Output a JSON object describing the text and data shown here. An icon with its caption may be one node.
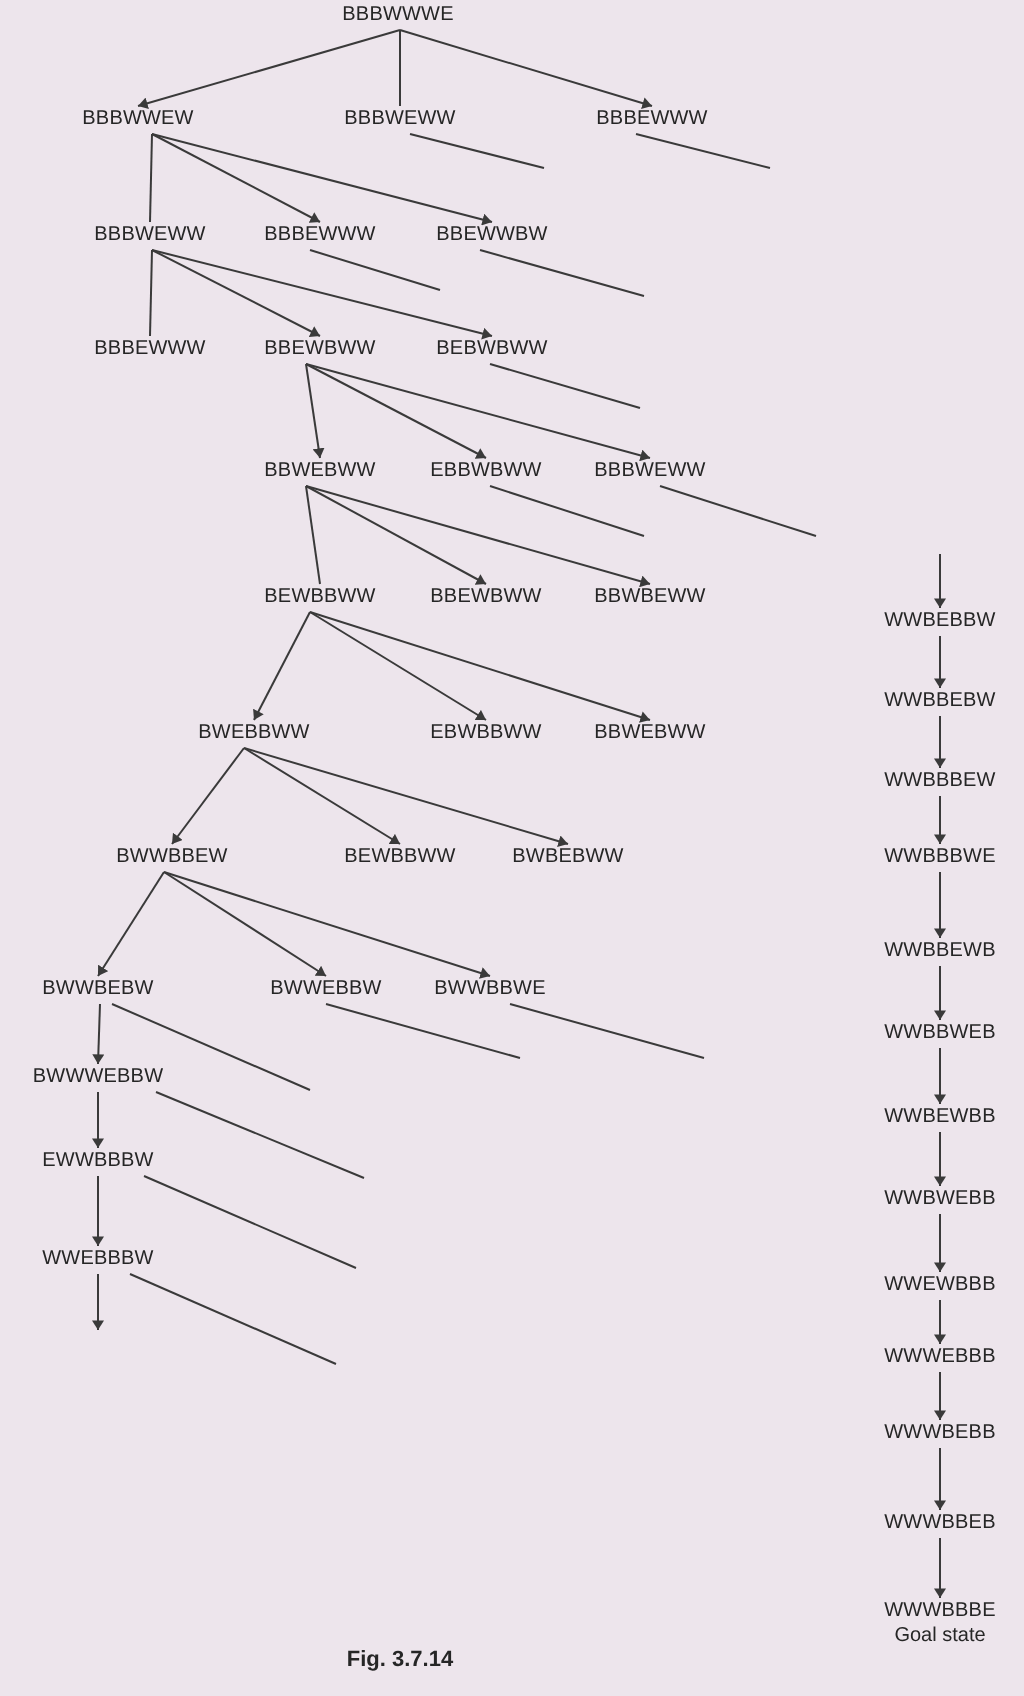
{
  "diagram": {
    "caption": "Fig. 3.7.14",
    "nodes": [
      {
        "text": [
          "BBBWWWE"
        ]
      },
      {
        "text": [
          "BBBWWEW"
        ]
      },
      {
        "text": [
          "BBBWEWW"
        ]
      },
      {
        "text": [
          "BBBEWWW"
        ]
      },
      {
        "text": [
          "BBBWEWW"
        ]
      },
      {
        "text": [
          "BBBEWWW"
        ]
      },
      {
        "text": [
          "BBEWWBW"
        ]
      },
      {
        "text": [
          "BBBEWWW"
        ]
      },
      {
        "text": [
          "BBEWBWW"
        ]
      },
      {
        "text": [
          "BEBWBWW"
        ]
      },
      {
        "text": [
          "BBWEBWW"
        ]
      },
      {
        "text": [
          "EBBWBWW"
        ]
      },
      {
        "text": [
          "BBBWEWW"
        ]
      },
      {
        "text": [
          "BEWBBWW"
        ]
      },
      {
        "text": [
          "BBEWBWW"
        ]
      },
      {
        "text": [
          "BBWBEWW"
        ]
      },
      {
        "text": [
          "BWEBBWW"
        ]
      },
      {
        "text": [
          "EBWBBWW"
        ]
      },
      {
        "text": [
          "BBWEBWW"
        ]
      },
      {
        "text": [
          "BWWBBEW"
        ]
      },
      {
        "text": [
          "BEWBBWW"
        ]
      },
      {
        "text": [
          "BWBEBWW"
        ]
      },
      {
        "text": [
          "BWWBEBW"
        ]
      },
      {
        "text": [
          "BWWEBBW"
        ]
      },
      {
        "text": [
          "BWWBBWE"
        ]
      },
      {
        "text": [
          "BWWWEBBW"
        ]
      },
      {
        "text": [
          "EWWBBBW"
        ]
      },
      {
        "text": [
          "WWEBBBW"
        ]
      },
      {
        "text": [
          "WWBEBBW"
        ]
      },
      {
        "text": [
          "WWBBEBW"
        ]
      },
      {
        "text": [
          "WWBBBEW"
        ]
      },
      {
        "text": [
          "WWBBBWE"
        ]
      },
      {
        "text": [
          "WWBBEWB"
        ]
      },
      {
        "text": [
          "WWBBWEB"
        ]
      },
      {
        "text": [
          "WWBEWBB"
        ]
      },
      {
        "text": [
          "WWBWEBB"
        ]
      },
      {
        "text": [
          "WWEWBBB"
        ]
      },
      {
        "text": [
          "WWWEBBB"
        ]
      },
      {
        "text": [
          "WWWBEBB"
        ]
      },
      {
        "text": [
          "WWWBBEB"
        ]
      },
      {
        "text": [
          "WWWBBBE"
        ],
        "beside": [
          "Goal state"
        ]
      }
    ],
    "edges": [
      {
        "from": 0,
        "to": 1,
        "arrow": "to"
      },
      {
        "from": 0,
        "to": 2,
        "arrow": "none"
      },
      {
        "from": 0,
        "to": 3,
        "arrow": "to"
      },
      {
        "from": 2,
        "to": null,
        "arrow": "none"
      },
      {
        "from": 3,
        "to": null,
        "arrow": "none"
      },
      {
        "from": 1,
        "to": 4,
        "arrow": "none"
      },
      {
        "from": 1,
        "to": 5,
        "arrow": "to"
      },
      {
        "from": 1,
        "to": 6,
        "arrow": "to"
      },
      {
        "from": 5,
        "to": null,
        "arrow": "none"
      },
      {
        "from": 6,
        "to": null,
        "arrow": "none"
      },
      {
        "from": 4,
        "to": 7,
        "arrow": "none"
      },
      {
        "from": 4,
        "to": 8,
        "arrow": "to"
      },
      {
        "from": 4,
        "to": 9,
        "arrow": "to"
      },
      {
        "from": 9,
        "to": null,
        "arrow": "none"
      },
      {
        "from": 8,
        "to": 10,
        "arrow": "to"
      },
      {
        "from": 8,
        "to": 11,
        "arrow": "to"
      },
      {
        "from": 8,
        "to": 12,
        "arrow": "to"
      },
      {
        "from": 11,
        "to": null,
        "arrow": "none"
      },
      {
        "from": 12,
        "to": null,
        "arrow": "none"
      },
      {
        "from": 10,
        "to": 13,
        "arrow": "none"
      },
      {
        "from": 10,
        "to": 14,
        "arrow": "to"
      },
      {
        "from": 10,
        "to": 15,
        "arrow": "to"
      },
      {
        "from": 13,
        "to": 16,
        "arrow": "to"
      },
      {
        "from": 13,
        "to": 17,
        "arrow": "to"
      },
      {
        "from": 13,
        "to": 18,
        "arrow": "to"
      },
      {
        "from": 16,
        "to": 19,
        "arrow": "to"
      },
      {
        "from": 16,
        "to": 20,
        "arrow": "to"
      },
      {
        "from": 16,
        "to": 21,
        "arrow": "to"
      },
      {
        "from": 19,
        "to": 22,
        "arrow": "to"
      },
      {
        "from": 19,
        "to": 23,
        "arrow": "to"
      },
      {
        "from": 19,
        "to": 24,
        "arrow": "to"
      },
      {
        "from": 23,
        "to": null,
        "arrow": "none"
      },
      {
        "from": 24,
        "to": null,
        "arrow": "none"
      },
      {
        "from": 22,
        "to": 25,
        "arrow": "to"
      },
      {
        "from": 22,
        "to": null,
        "arrow": "none"
      },
      {
        "from": 25,
        "to": 26,
        "arrow": "to"
      },
      {
        "from": 25,
        "to": null,
        "arrow": "none"
      },
      {
        "from": 26,
        "to": 27,
        "arrow": "to"
      },
      {
        "from": 26,
        "to": null,
        "arrow": "none"
      },
      {
        "from": 27,
        "to": null,
        "arrow": "to"
      },
      {
        "from": 27,
        "to": null,
        "arrow": "none"
      },
      {
        "from": null,
        "to": 28,
        "arrow": "to"
      },
      {
        "from": 28,
        "to": 29,
        "arrow": "to"
      },
      {
        "from": 29,
        "to": 30,
        "arrow": "to"
      },
      {
        "from": 30,
        "to": 31,
        "arrow": "to"
      },
      {
        "from": 31,
        "to": 32,
        "arrow": "to"
      },
      {
        "from": 32,
        "to": 33,
        "arrow": "to"
      },
      {
        "from": 33,
        "to": 34,
        "arrow": "to"
      },
      {
        "from": 34,
        "to": 35,
        "arrow": "to"
      },
      {
        "from": 35,
        "to": 36,
        "arrow": "to"
      },
      {
        "from": 36,
        "to": 37,
        "arrow": "to"
      },
      {
        "from": 37,
        "to": 38,
        "arrow": "to"
      },
      {
        "from": 38,
        "to": 39,
        "arrow": "to"
      },
      {
        "from": 39,
        "to": 40,
        "arrow": "to"
      }
    ]
  }
}
